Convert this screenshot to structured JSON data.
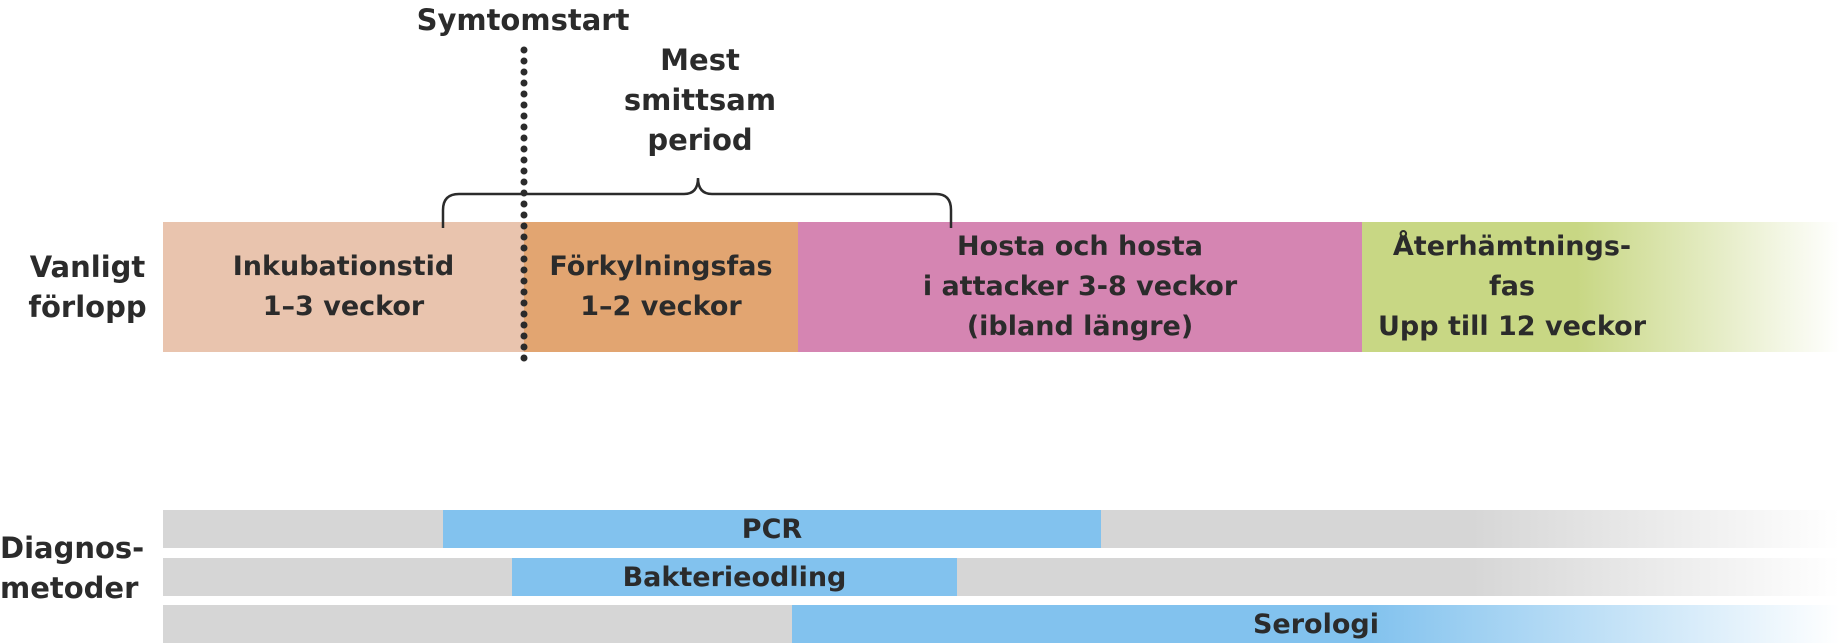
{
  "diagram": {
    "symptom_start": "Symtomstart",
    "most_contagious": [
      "Mest",
      "smittsam",
      "period"
    ],
    "row_labels": {
      "typical_course": [
        "Vanligt",
        "förlopp"
      ],
      "diagnostic_methods": [
        "Diagnos-",
        "metoder"
      ]
    },
    "phases": [
      {
        "lines": [
          "Inkubationstid",
          "1–3 veckor"
        ],
        "color": "#e9c4ae"
      },
      {
        "lines": [
          "Förkylningsfas",
          "1–2 veckor"
        ],
        "color": "#e2a571"
      },
      {
        "lines": [
          "Hosta och hosta",
          "i attacker 3-8 veckor",
          "(ibland längre)"
        ],
        "color": "#d585b2"
      },
      {
        "lines": [
          "Återhämtnings-",
          "fas",
          "Upp till 12 veckor"
        ],
        "color": "#c8d784"
      }
    ],
    "methods": [
      {
        "label": "PCR",
        "color": "#82c2ee"
      },
      {
        "label": "Bakterieodling",
        "color": "#82c2ee"
      },
      {
        "label": "Serologi",
        "color": "#82c2ee"
      }
    ],
    "track_color": "#d6d6d6"
  }
}
